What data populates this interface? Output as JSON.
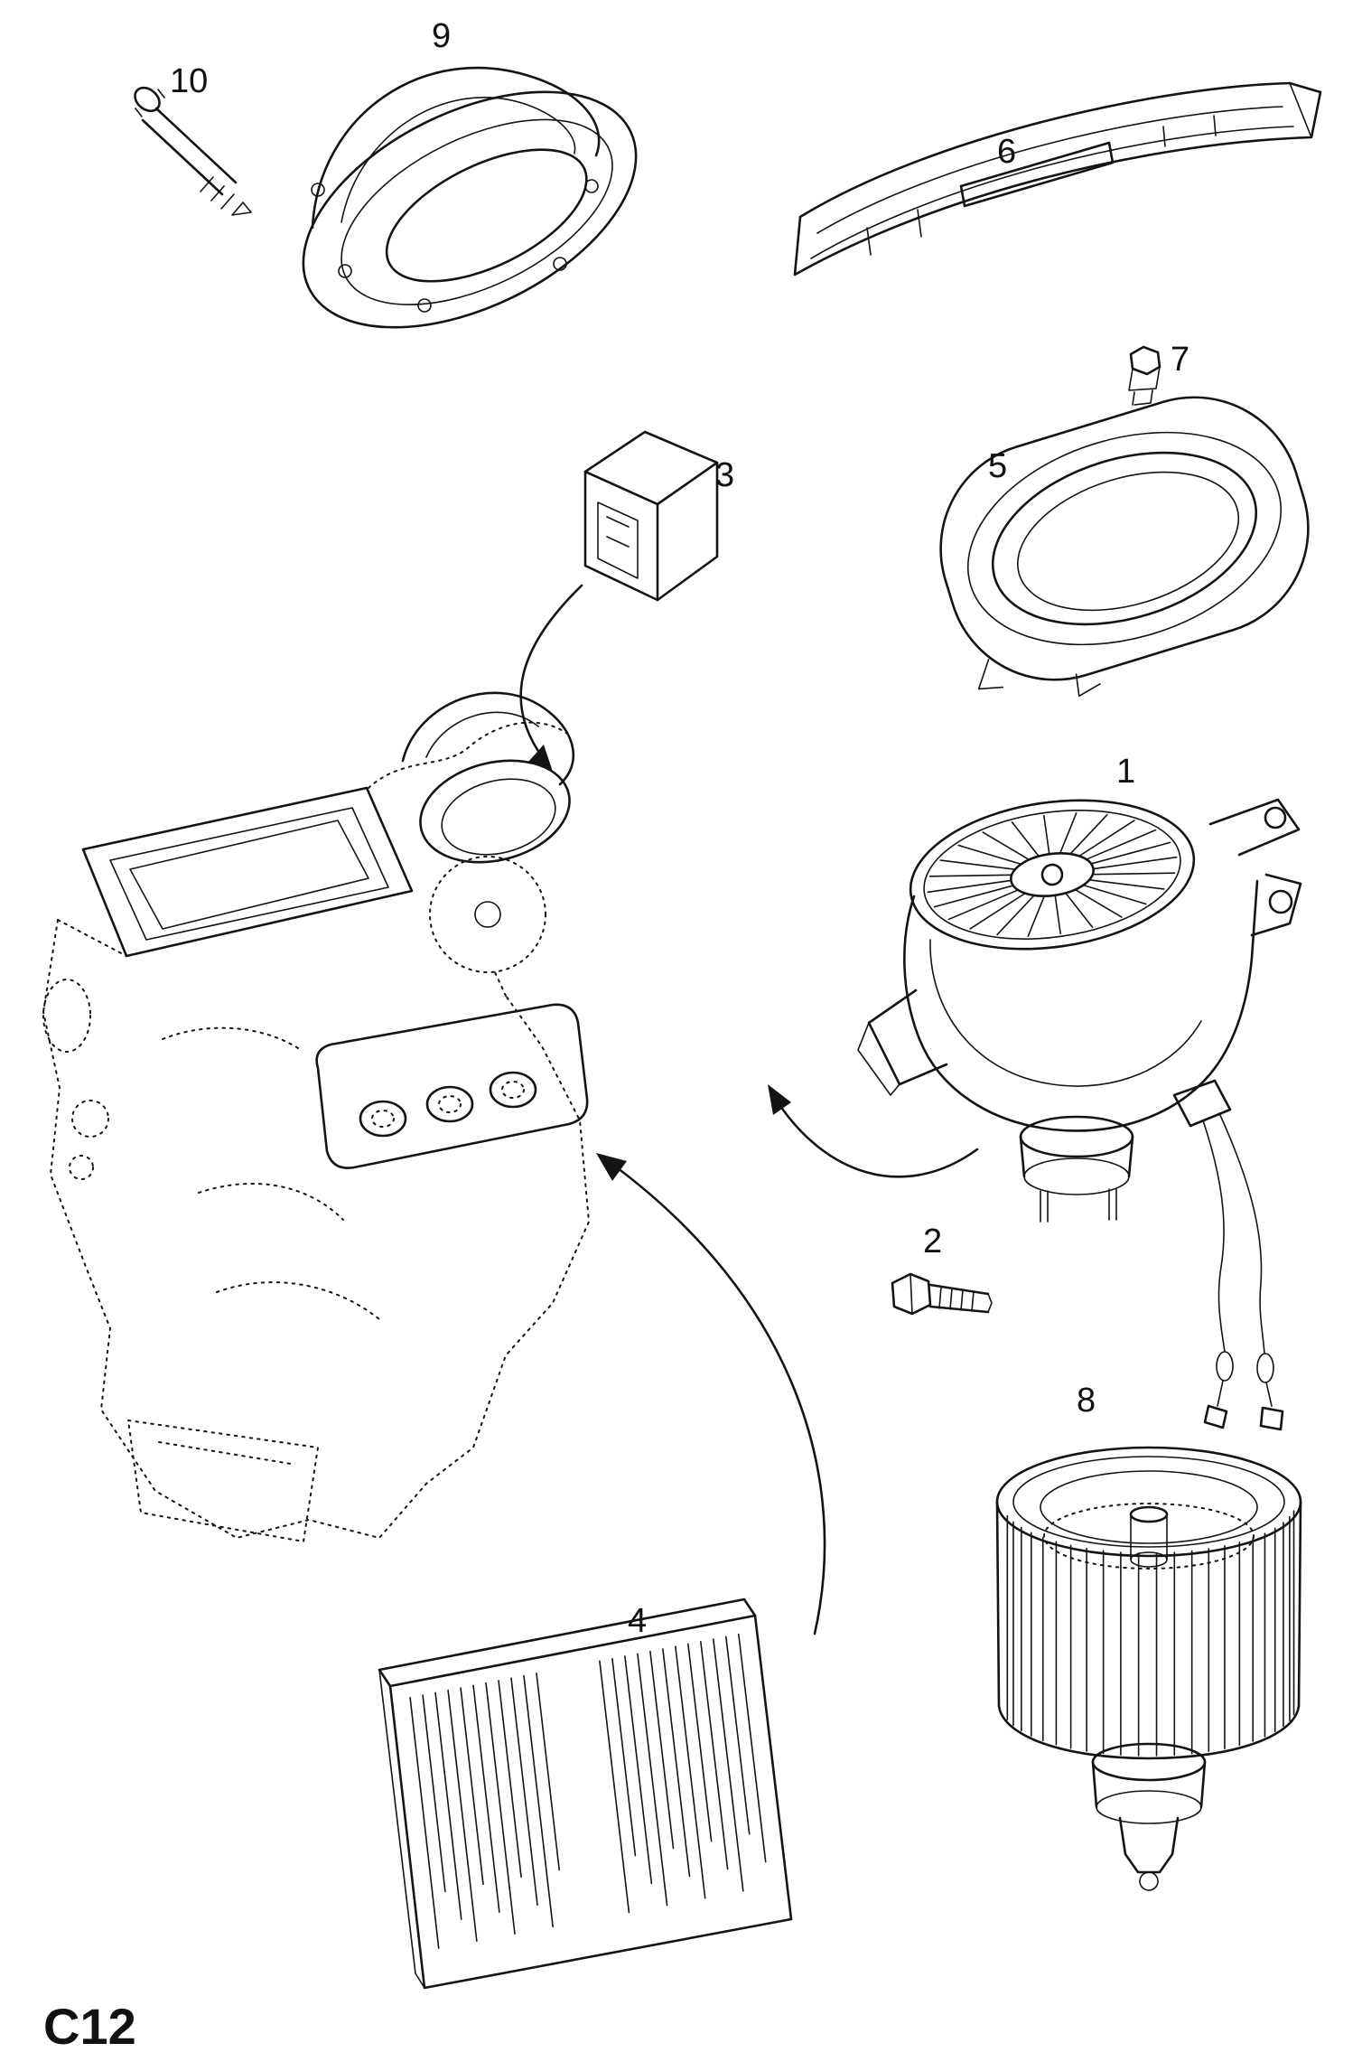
{
  "page": {
    "code": "C12"
  },
  "diagram": {
    "type": "exploded-parts-diagram",
    "subject": "Heater housing and blower assembly",
    "colors": {
      "line": "#141414",
      "background": "#ffffff"
    },
    "parts": [
      {
        "number": "1",
        "name": "blower-motor-assembly"
      },
      {
        "number": "2",
        "name": "hex-bolt"
      },
      {
        "number": "3",
        "name": "connector-block"
      },
      {
        "number": "4",
        "name": "pollen-filter-element"
      },
      {
        "number": "5",
        "name": "air-intake-seal-ring"
      },
      {
        "number": "6",
        "name": "water-deflector-strip"
      },
      {
        "number": "7",
        "name": "small-bolt"
      },
      {
        "number": "8",
        "name": "blower-fan-wheel"
      },
      {
        "number": "9",
        "name": "air-intake-cover"
      },
      {
        "number": "10",
        "name": "screw"
      }
    ]
  }
}
